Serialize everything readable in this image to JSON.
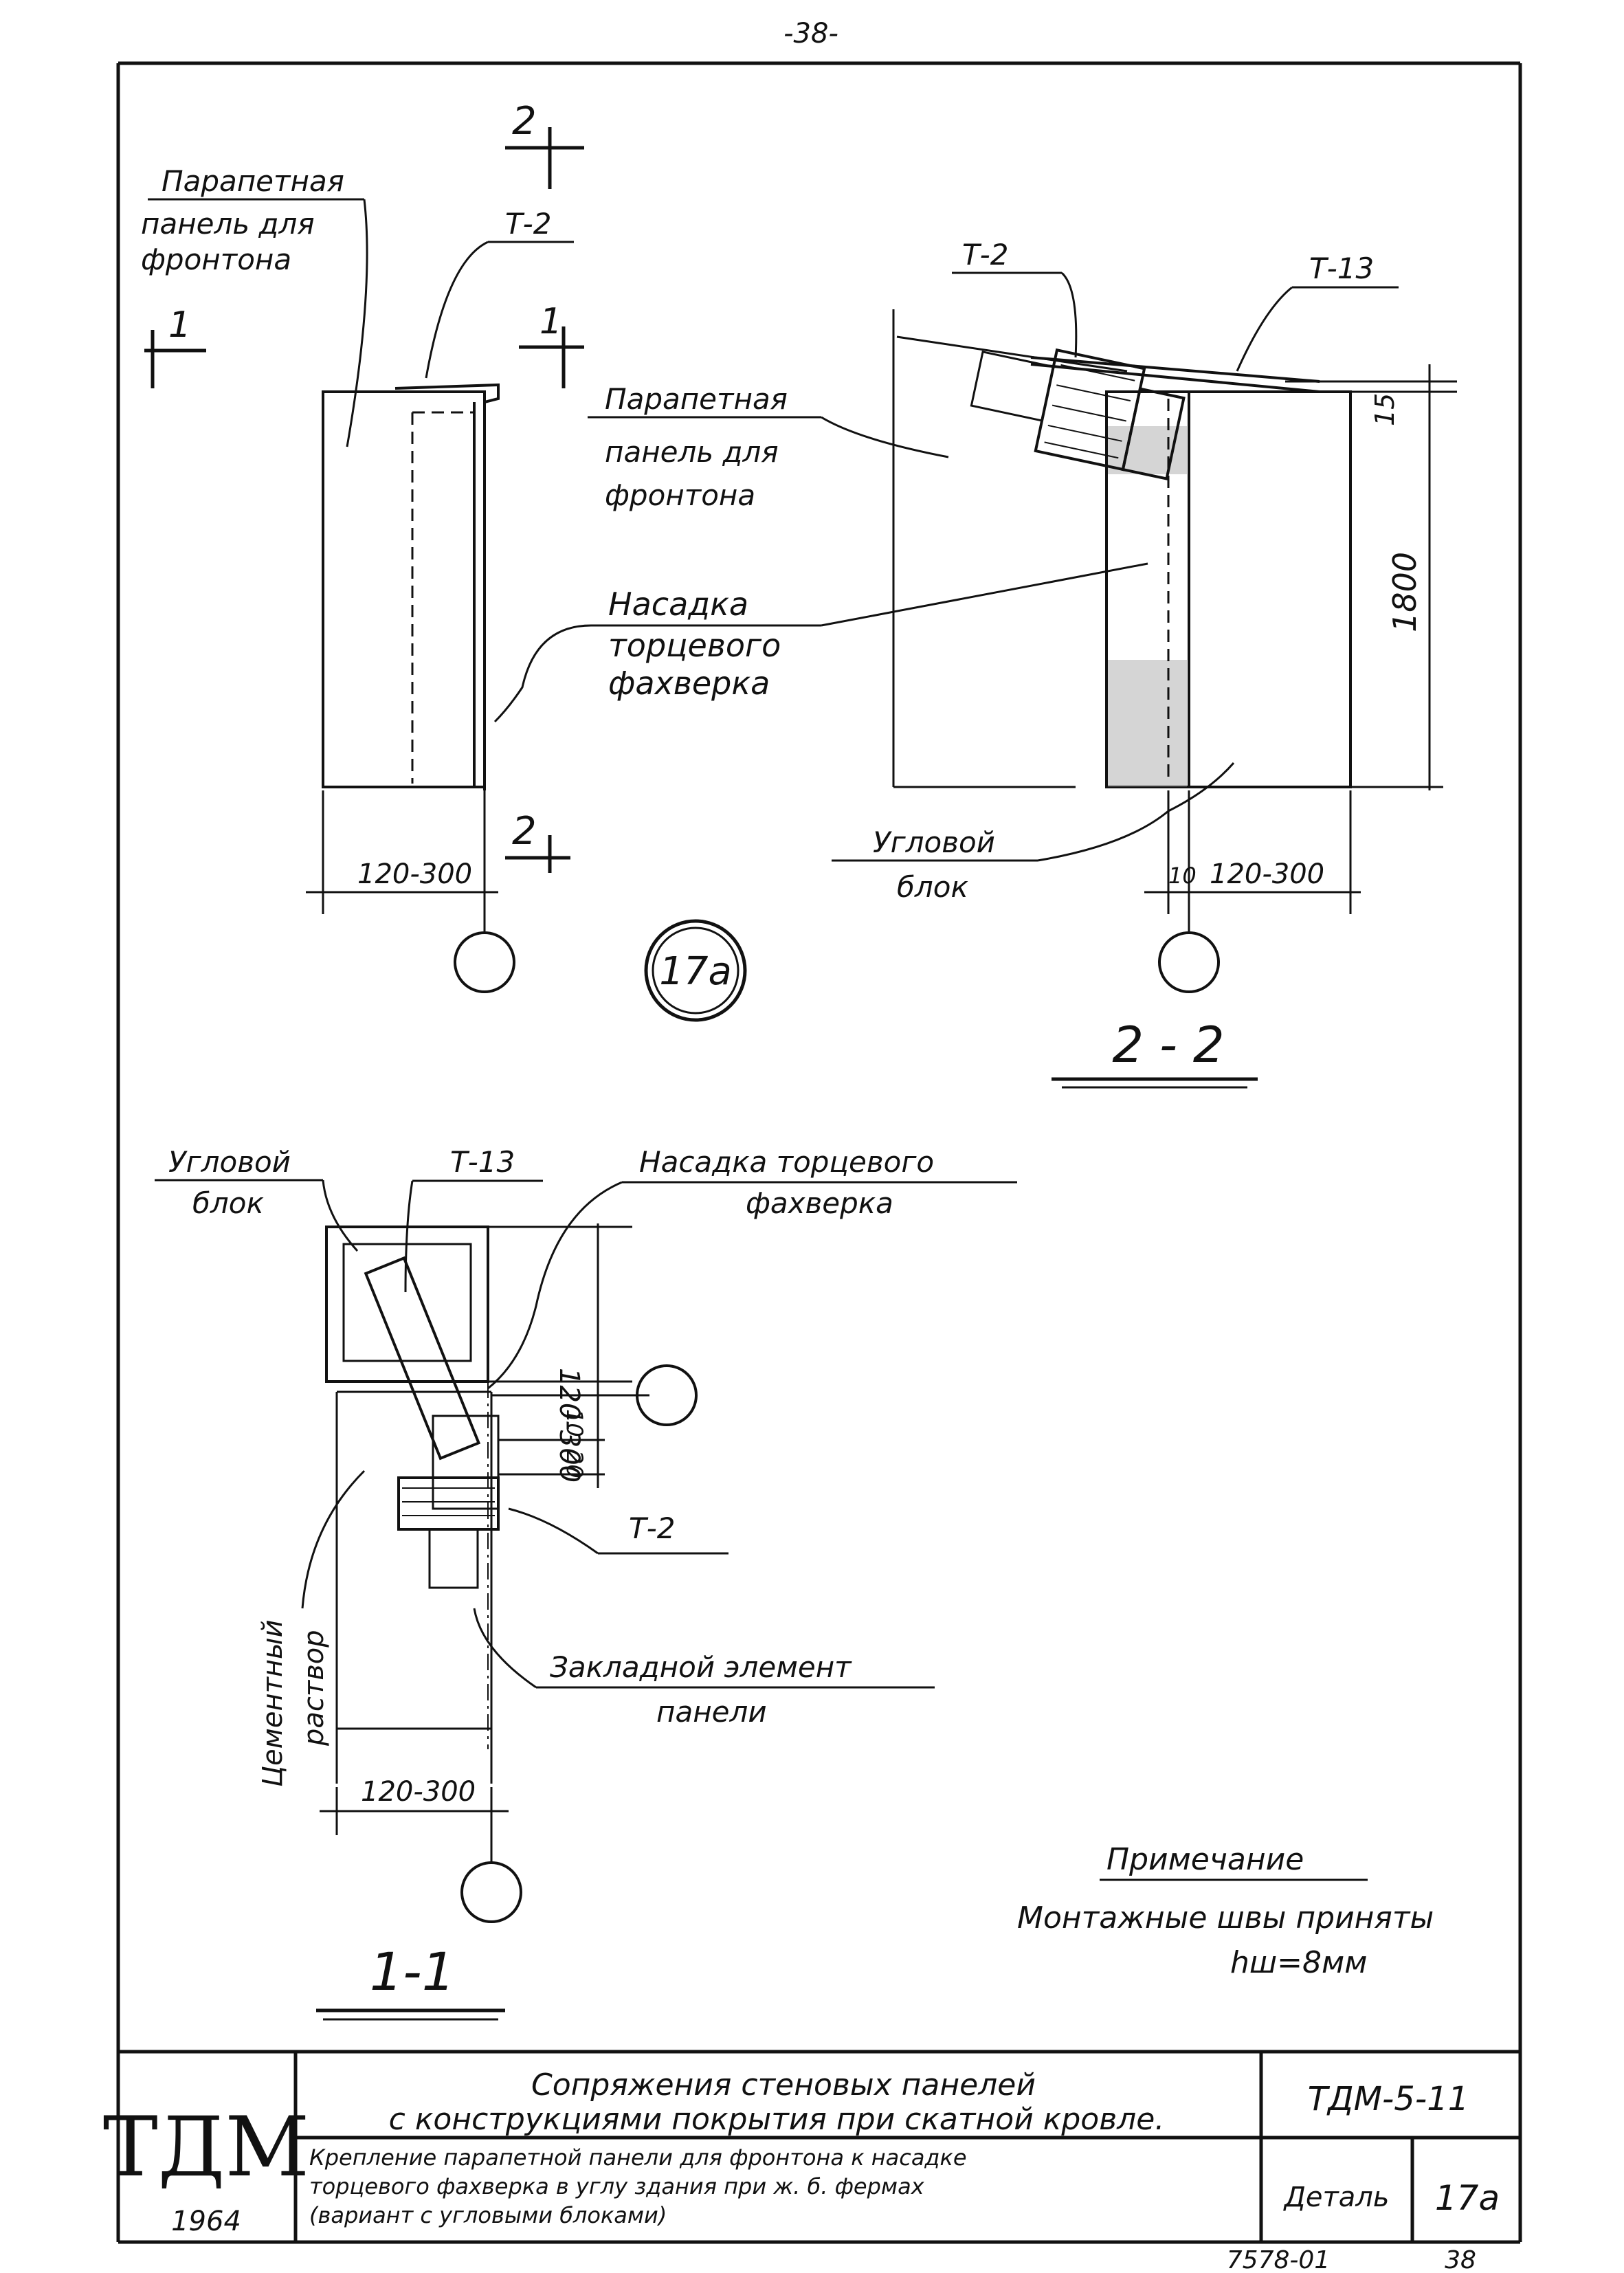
{
  "sheet": {
    "page_number": "-38-",
    "colors": {
      "ink": "#111111",
      "paper": "#ffffff"
    }
  },
  "section_markers": {
    "mark_1_left": "1",
    "mark_1_right": "1",
    "mark_2_top": "2",
    "mark_2_bottom": "2"
  },
  "view_left": {
    "label_parapet_panel": [
      "Парапетная",
      "панель для",
      "фронтона"
    ],
    "label_t2": "Т-2",
    "label_nasadka": [
      "Насадка",
      "торцевого",
      "фахверка"
    ],
    "dim_width": "120-300"
  },
  "detail_badge": "17а",
  "view_2_2": {
    "title": "2 - 2",
    "label_t2": "Т-2",
    "label_t13": "Т-13",
    "label_parapet_panel": [
      "Парапетная",
      "панель для",
      "фронтона"
    ],
    "label_corner_block": [
      "Угловой",
      "блок"
    ],
    "dim_15": "15",
    "dim_1800": "1800",
    "dim_10": "10",
    "dim_width": "120-300"
  },
  "view_1_1": {
    "title": "1-1",
    "label_corner_block": [
      "Угловой",
      "блок"
    ],
    "label_t13": "Т-13",
    "label_nasadka": [
      "Насадка торцевого",
      "фахверка"
    ],
    "label_t2": "Т-2",
    "label_embedded": [
      "Закладной элемент",
      "панели"
    ],
    "label_mortar": [
      "Цементный",
      "раствор"
    ],
    "dim_120_300_v": "120-300",
    "dim_10_v": "10",
    "dim_20_v": "20",
    "dim_width": "120-300"
  },
  "note": {
    "heading": "Примечание",
    "line1": "Монтажные швы приняты",
    "line2": "hш=8мм"
  },
  "title_block": {
    "logo": "ТДМ",
    "year": "1964",
    "main_title_1": "Сопряжения стеновых панелей",
    "main_title_2": "с конструкциями покрытия при скатной кровле.",
    "sub_title_1": "Крепление парапетной панели для фронтона к насадке",
    "sub_title_2": "торцевого фахверка в углу здания при ж. б. фермах",
    "sub_title_3": "(вариант с угловыми блоками)",
    "series": "ТДМ-5-11",
    "detail_label": "Деталь",
    "detail_number": "17а",
    "bottom_code": "7578-01",
    "bottom_page": "38"
  }
}
